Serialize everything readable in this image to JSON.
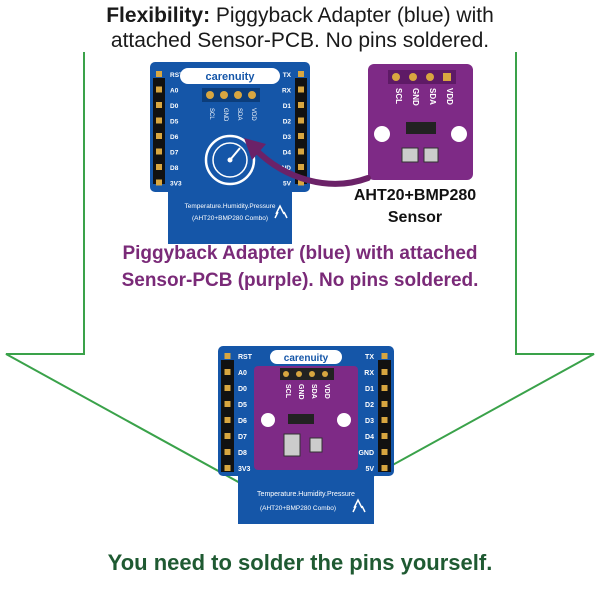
{
  "heading": {
    "label": "Flexibility:",
    "line1_rest": " Piggyback Adapter (blue) with",
    "line2": "attached Sensor-PCB. No pins soldered."
  },
  "adapter_board": {
    "brand": "carenuity",
    "pins_left": [
      "RST",
      "A0",
      "D0",
      "D5",
      "D6",
      "D7",
      "D8",
      "3V3"
    ],
    "pins_right": [
      "TX",
      "RX",
      "D1",
      "D2",
      "D3",
      "D4",
      "GND",
      "5V"
    ],
    "header_labels": [
      "SCL",
      "GND",
      "SDA",
      "VDD"
    ],
    "footer_line1": "Temperature.Humidity.Pressure",
    "footer_line2": "(AHT20+BMP280 Combo)"
  },
  "sensor_board": {
    "pin_labels": [
      "SCL",
      "GND",
      "SDA",
      "VDD"
    ]
  },
  "sensor_label": {
    "line1": "AHT20+BMP280",
    "line2": "Sensor"
  },
  "middle_caption": {
    "line1": "Piggyback Adapter (blue) with attached",
    "line2": "Sensor-PCB (purple). No pins soldered."
  },
  "combined_board": {
    "brand": "carenuity",
    "pins_left": [
      "RST",
      "A0",
      "D0",
      "D5",
      "D6",
      "D7",
      "D8",
      "3V3"
    ],
    "pins_right": [
      "TX",
      "RX",
      "D1",
      "D2",
      "D3",
      "D4",
      "GND",
      "5V"
    ],
    "header_labels": [
      "SCL",
      "GND",
      "SDA",
      "VDD"
    ],
    "footer_line1": "Temperature.Humidity.Pressure",
    "footer_line2": "(AHT20+BMP280 Combo)"
  },
  "bottom_caption": "You need to solder the pins yourself.",
  "colors": {
    "arrow_outline": "#3aa24a",
    "adapter_blue": "#1556a8",
    "sensor_purple": "#7e2a86",
    "caption_purple": "#7a2a78",
    "caption_green": "#1f5a32"
  }
}
